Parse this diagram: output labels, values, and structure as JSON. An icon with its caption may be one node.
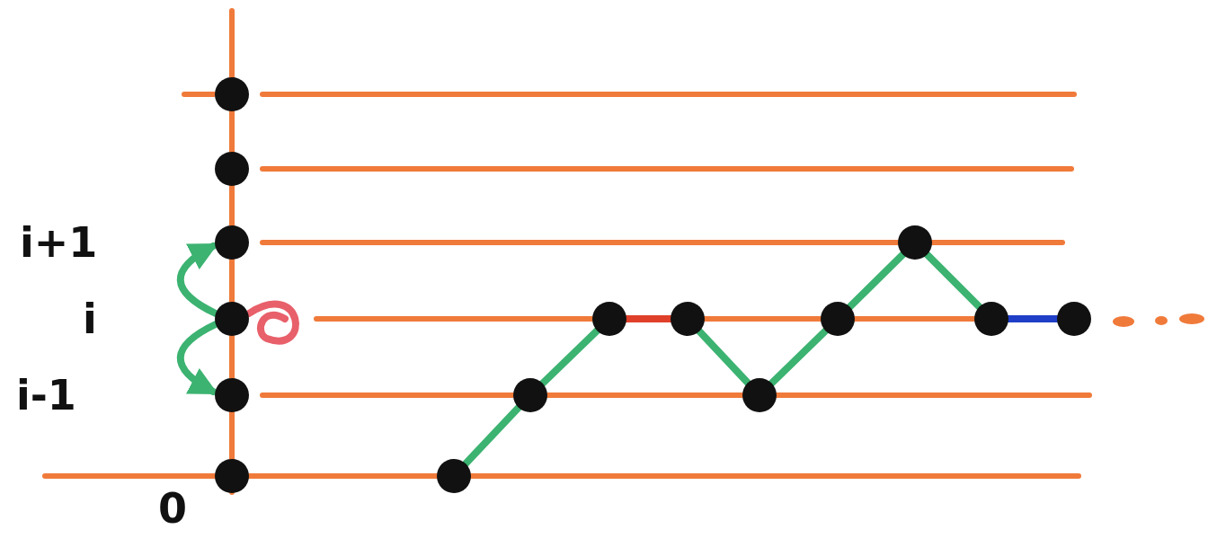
{
  "diagram": {
    "nodes": [
      {
        "text": [],
        "shape": "circle"
      },
      {
        "text": [],
        "shape": "circle"
      },
      {
        "text": [],
        "shape": "circle"
      },
      {
        "text": [],
        "shape": "circle"
      },
      {
        "text": [],
        "shape": "circle"
      },
      {
        "text": [],
        "shape": "circle"
      },
      {
        "text": [],
        "shape": "circle"
      },
      {
        "text": [],
        "shape": "circle"
      },
      {
        "text": [],
        "shape": "circle"
      },
      {
        "text": [],
        "shape": "circle"
      },
      {
        "text": [],
        "shape": "circle"
      },
      {
        "text": [],
        "shape": "circle"
      },
      {
        "text": [],
        "shape": "circle"
      },
      {
        "text": [],
        "shape": "circle"
      },
      {
        "text": [],
        "shape": "circle"
      }
    ],
    "edges": [
      {
        "from": 3,
        "to": 2,
        "arrow": "to"
      },
      {
        "from": 3,
        "to": 4,
        "arrow": "to"
      },
      {
        "from": 3,
        "to": 3,
        "arrow": "none",
        "color": "#e8606a"
      },
      {
        "from": 6,
        "to": 7,
        "arrow": "none"
      },
      {
        "from": 7,
        "to": 8,
        "arrow": "none"
      },
      {
        "from": 8,
        "to": 9,
        "arrow": "none",
        "color": "#e0402a"
      },
      {
        "from": 9,
        "to": 10,
        "arrow": "none"
      },
      {
        "from": 10,
        "to": 11,
        "arrow": "none"
      },
      {
        "from": 11,
        "to": 12,
        "arrow": "none"
      },
      {
        "from": 12,
        "to": 13,
        "arrow": "none"
      },
      {
        "from": 13,
        "to": 14,
        "arrow": "none",
        "color": "#1f3fc8"
      }
    ],
    "labels": [
      "i+1",
      "i",
      "i-1",
      "0"
    ]
  }
}
